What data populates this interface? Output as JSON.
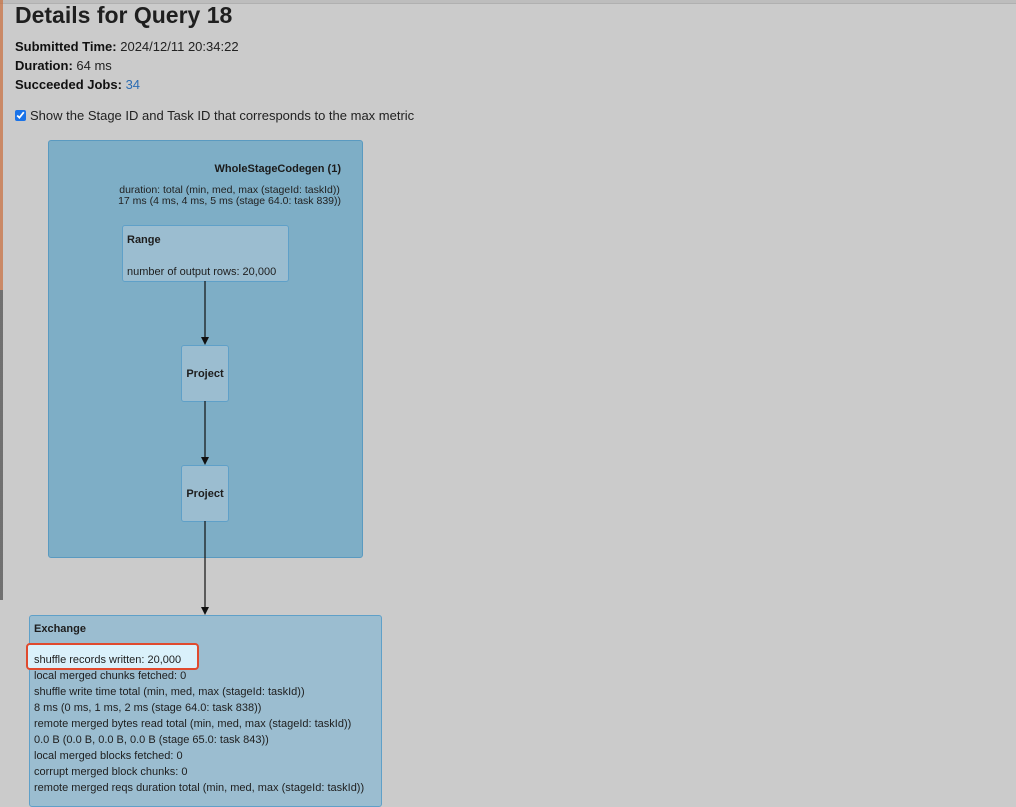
{
  "page": {
    "title": "Details for Query 18"
  },
  "meta": {
    "submitted_label": "Submitted Time:",
    "submitted_value": "2024/12/11 20:34:22",
    "duration_label": "Duration:",
    "duration_value": "64 ms",
    "jobs_label": "Succeeded Jobs:",
    "jobs_value": "34"
  },
  "checkbox": {
    "label": "Show the Stage ID and Task ID that corresponds to the max metric",
    "checked": true
  },
  "graph": {
    "cluster": {
      "title": "WholeStageCodegen (1)",
      "metric_line1": "duration: total (min, med, max (stageId: taskId))",
      "metric_line2": "17 ms (4 ms, 4 ms, 5 ms (stage 64.0: task 839))"
    },
    "range": {
      "title": "Range",
      "metric": "number of output rows: 20,000"
    },
    "project1": {
      "title": "Project"
    },
    "project2": {
      "title": "Project"
    },
    "exchange": {
      "title": "Exchange",
      "highlighted_metric": "shuffle records written: 20,000",
      "metrics": [
        "local merged chunks fetched: 0",
        "shuffle write time total (min, med, max (stageId: taskId))",
        "8 ms (0 ms, 1 ms, 2 ms (stage 64.0: task 838))",
        "remote merged bytes read total (min, med, max (stageId: taskId))",
        "0.0 B (0.0 B, 0.0 B, 0.0 B (stage 65.0: task 843))",
        "local merged blocks fetched: 0",
        "corrupt merged block chunks: 0",
        "remote merged reqs duration total (min, med, max (stageId: taskId))"
      ]
    }
  },
  "colors": {
    "cluster_fill": "#7eaec6",
    "node_fill": "#9bbdd0",
    "highlight_border": "#e04a2e",
    "link": "#2c6db3"
  }
}
